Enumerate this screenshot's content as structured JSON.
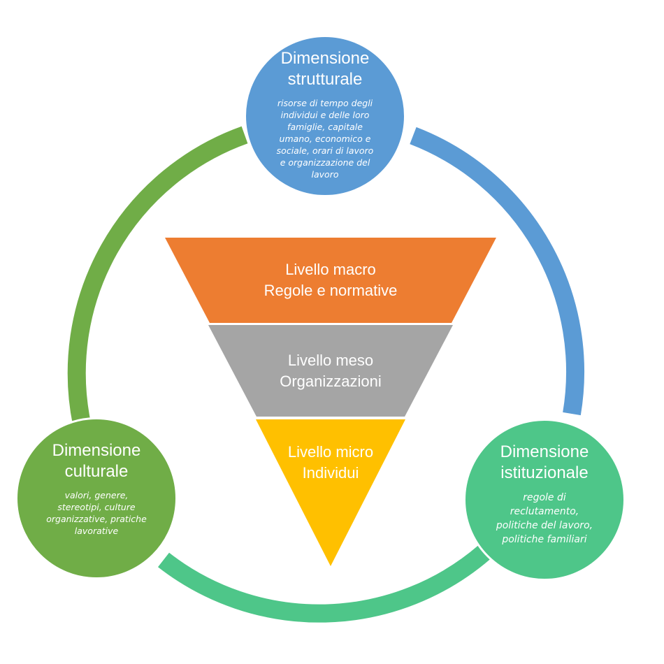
{
  "colors": {
    "ring_structural": "#5B9BD5",
    "ring_cultural": "#70AD47",
    "ring_institutional": "#4EC689",
    "macro": "#ED7D31",
    "meso": "#A5A5A5",
    "micro": "#FFC000"
  },
  "dimensions": {
    "structural": {
      "title_line1": "Dimensione",
      "title_line2": "strutturale",
      "description": "risorse di tempo degli individui e delle loro famiglie, capitale umano, economico e sociale, orari di lavoro e organizzazione del lavoro"
    },
    "cultural": {
      "title_line1": "Dimensione",
      "title_line2": "culturale",
      "description": "valori, genere, stereotipi, culture organizzative, pratiche lavorative"
    },
    "institutional": {
      "title_line1": "Dimensione",
      "title_line2": "istituzionale",
      "description": "regole di reclutamento, politiche del lavoro, politiche familiari"
    }
  },
  "levels": {
    "macro": {
      "line1": "Livello macro",
      "line2": "Regole e normative"
    },
    "meso": {
      "line1": "Livello meso",
      "line2": "Organizzazioni"
    },
    "micro": {
      "line1": "Livello micro",
      "line2": "Individui"
    }
  }
}
